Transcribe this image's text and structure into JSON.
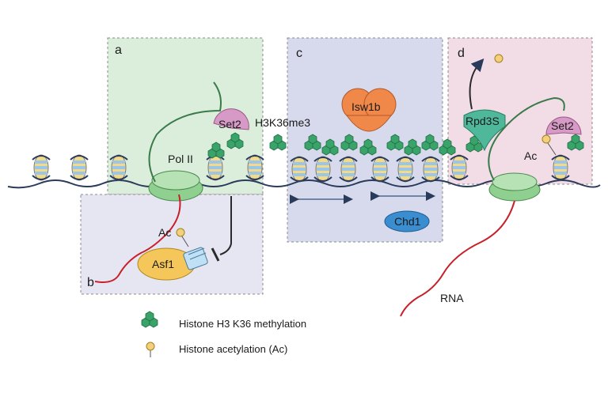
{
  "panels": {
    "a": "a",
    "b": "b",
    "c": "c",
    "d": "d"
  },
  "labels": {
    "set2_left": "Set2",
    "h3k36me3": "H3K36me3",
    "pol_ii": "Pol II",
    "ac_left": "Ac",
    "asf1": "Asf1",
    "isw1b": "Isw1b",
    "chd1": "Chd1",
    "rpd3s": "Rpd3S",
    "set2_right": "Set2",
    "ac_right": "Ac",
    "rna": "RNA"
  },
  "legend": {
    "methylation": "Histone H3 K36 methylation",
    "acetylation": "Histone acetylation (Ac)"
  },
  "colors": {
    "panel_a": "#dbeedb",
    "panel_b": "#e6e6f2",
    "panel_c": "#d6daec",
    "panel_d": "#f2dde6",
    "dna": "#2a3a5a",
    "rna": "#c8202a",
    "polii": "#8fcf8f",
    "set2": "#d79ac6",
    "isw1b": "#f0884a",
    "chd1": "#3a8ed0",
    "asf1": "#f5c75a",
    "rpd3s": "#4fb89a",
    "methyl_mark": "#3aa36a",
    "acetyl_mark": "#f5d07a"
  }
}
